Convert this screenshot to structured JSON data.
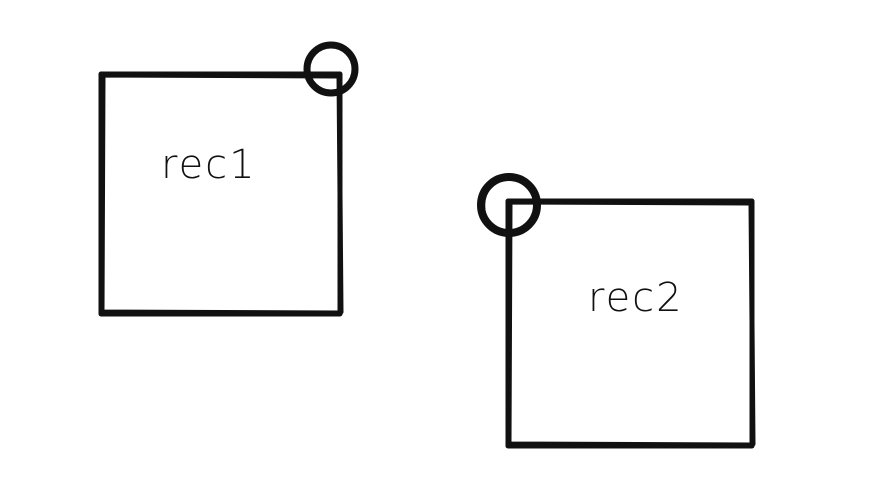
{
  "diagram": {
    "stroke_color": "#111111",
    "background_color": "#ffffff",
    "rectangles": [
      {
        "id": "rec1",
        "label": "rec1",
        "marker_corner": "top-right"
      },
      {
        "id": "rec2",
        "label": "rec2",
        "marker_corner": "top-left"
      }
    ]
  }
}
